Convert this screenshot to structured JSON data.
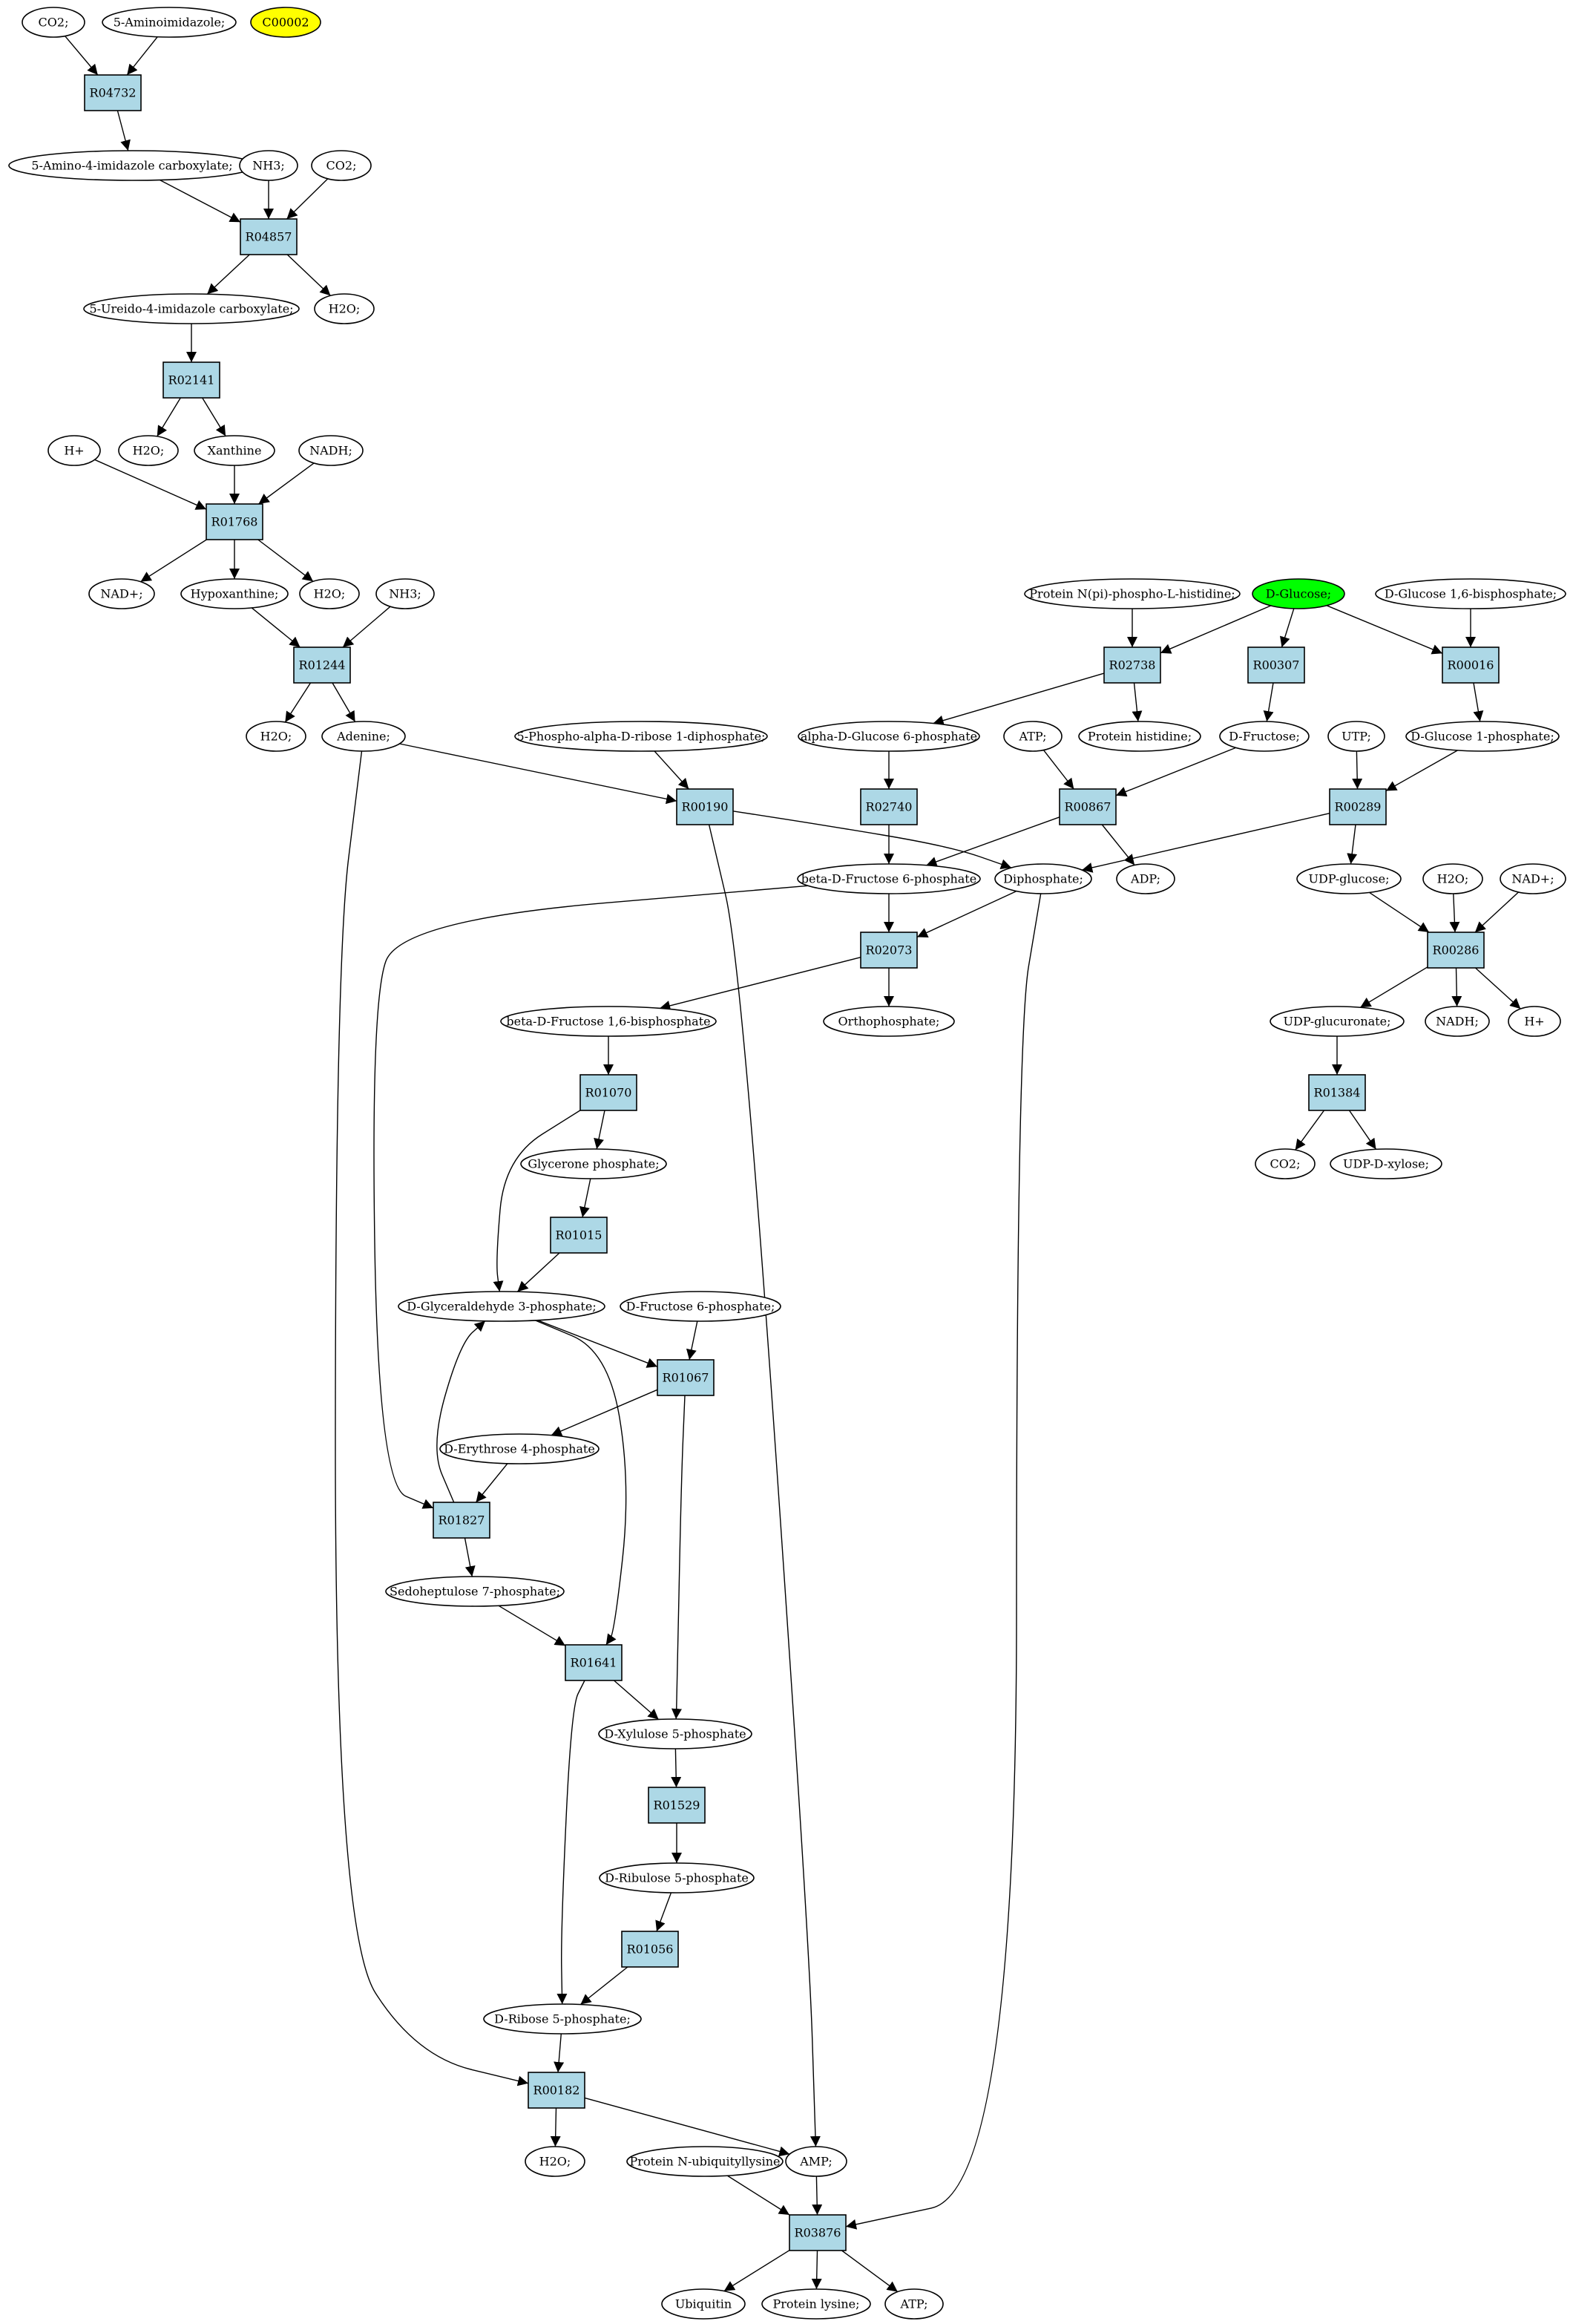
{
  "colors": {
    "reaction_fill": "#add8e6",
    "compound_fill": "#ffffff",
    "highlight_yellow": "#ffff00",
    "highlight_green": "#00ff00",
    "stroke": "#000000"
  },
  "nodes": [
    {
      "id": "n_co2_a",
      "kind": "compound",
      "label": "CO2;"
    },
    {
      "id": "n_5aminoimidazole",
      "kind": "compound",
      "label": "5-Aminoimidazole;"
    },
    {
      "id": "n_c00002",
      "kind": "compound",
      "label": "C00002",
      "fill": "#ffff00"
    },
    {
      "id": "n_R04732",
      "kind": "reaction",
      "label": "R04732"
    },
    {
      "id": "n_5amino4imid",
      "kind": "compound",
      "label": "5-Amino-4-imidazole carboxylate;"
    },
    {
      "id": "n_nh3_a",
      "kind": "compound",
      "label": "NH3;"
    },
    {
      "id": "n_co2_b",
      "kind": "compound",
      "label": "CO2;"
    },
    {
      "id": "n_R04857",
      "kind": "reaction",
      "label": "R04857"
    },
    {
      "id": "n_5ureido",
      "kind": "compound",
      "label": "5-Ureido-4-imidazole carboxylate;"
    },
    {
      "id": "n_h2o_a",
      "kind": "compound",
      "label": "H2O;"
    },
    {
      "id": "n_R02141",
      "kind": "reaction",
      "label": "R02141"
    },
    {
      "id": "n_hplus_a",
      "kind": "compound",
      "label": "H+"
    },
    {
      "id": "n_h2o_b",
      "kind": "compound",
      "label": "H2O;"
    },
    {
      "id": "n_xanthine",
      "kind": "compound",
      "label": "Xanthine"
    },
    {
      "id": "n_nadh_a",
      "kind": "compound",
      "label": "NADH;"
    },
    {
      "id": "n_R01768",
      "kind": "reaction",
      "label": "R01768"
    },
    {
      "id": "n_nadplus_a",
      "kind": "compound",
      "label": "NAD+;"
    },
    {
      "id": "n_hypoxanthine",
      "kind": "compound",
      "label": "Hypoxanthine;"
    },
    {
      "id": "n_h2o_c",
      "kind": "compound",
      "label": "H2O;"
    },
    {
      "id": "n_nh3_b",
      "kind": "compound",
      "label": "NH3;"
    },
    {
      "id": "n_R01244",
      "kind": "reaction",
      "label": "R01244"
    },
    {
      "id": "n_h2o_d",
      "kind": "compound",
      "label": "H2O;"
    },
    {
      "id": "n_adenine",
      "kind": "compound",
      "label": "Adenine;"
    },
    {
      "id": "n_protein_nphospho",
      "kind": "compound",
      "label": "Protein N(pi)-phospho-L-histidine;"
    },
    {
      "id": "n_dglucose",
      "kind": "compound",
      "label": "D-Glucose;",
      "fill": "#00ff00"
    },
    {
      "id": "n_dglucose16bp",
      "kind": "compound",
      "label": "D-Glucose 1,6-bisphosphate;"
    },
    {
      "id": "n_R02738",
      "kind": "reaction",
      "label": "R02738"
    },
    {
      "id": "n_R00307",
      "kind": "reaction",
      "label": "R00307"
    },
    {
      "id": "n_R00016",
      "kind": "reaction",
      "label": "R00016"
    },
    {
      "id": "n_5phospho_ribose",
      "kind": "compound",
      "label": "5-Phospho-alpha-D-ribose 1-diphosphate;"
    },
    {
      "id": "n_alpha_g6p",
      "kind": "compound",
      "label": "alpha-D-Glucose 6-phosphate"
    },
    {
      "id": "n_atp_a",
      "kind": "compound",
      "label": "ATP;"
    },
    {
      "id": "n_protein_histidine",
      "kind": "compound",
      "label": "Protein histidine;"
    },
    {
      "id": "n_dfructose",
      "kind": "compound",
      "label": "D-Fructose;"
    },
    {
      "id": "n_utp",
      "kind": "compound",
      "label": "UTP;"
    },
    {
      "id": "n_dglucose1p",
      "kind": "compound",
      "label": "D-Glucose 1-phosphate;"
    },
    {
      "id": "n_R00190",
      "kind": "reaction",
      "label": "R00190"
    },
    {
      "id": "n_R02740",
      "kind": "reaction",
      "label": "R02740"
    },
    {
      "id": "n_R00867",
      "kind": "reaction",
      "label": "R00867"
    },
    {
      "id": "n_R00289",
      "kind": "reaction",
      "label": "R00289"
    },
    {
      "id": "n_beta_f6p",
      "kind": "compound",
      "label": "beta-D-Fructose 6-phosphate"
    },
    {
      "id": "n_diphosphate",
      "kind": "compound",
      "label": "Diphosphate;"
    },
    {
      "id": "n_adp",
      "kind": "compound",
      "label": "ADP;"
    },
    {
      "id": "n_udpglucose",
      "kind": "compound",
      "label": "UDP-glucose;"
    },
    {
      "id": "n_h2o_e",
      "kind": "compound",
      "label": "H2O;"
    },
    {
      "id": "n_nadplus_b",
      "kind": "compound",
      "label": "NAD+;"
    },
    {
      "id": "n_R02073",
      "kind": "reaction",
      "label": "R02073"
    },
    {
      "id": "n_R00286",
      "kind": "reaction",
      "label": "R00286"
    },
    {
      "id": "n_beta_f16bp",
      "kind": "compound",
      "label": "beta-D-Fructose 1,6-bisphosphate"
    },
    {
      "id": "n_orthophosphate",
      "kind": "compound",
      "label": "Orthophosphate;"
    },
    {
      "id": "n_udpglucuronate",
      "kind": "compound",
      "label": "UDP-glucuronate;"
    },
    {
      "id": "n_nadh_b",
      "kind": "compound",
      "label": "NADH;"
    },
    {
      "id": "n_hplus_b",
      "kind": "compound",
      "label": "H+"
    },
    {
      "id": "n_R01070",
      "kind": "reaction",
      "label": "R01070"
    },
    {
      "id": "n_R01384",
      "kind": "reaction",
      "label": "R01384"
    },
    {
      "id": "n_glycerone_p",
      "kind": "compound",
      "label": "Glycerone phosphate;"
    },
    {
      "id": "n_co2_c",
      "kind": "compound",
      "label": "CO2;"
    },
    {
      "id": "n_udpxylose",
      "kind": "compound",
      "label": "UDP-D-xylose;"
    },
    {
      "id": "n_R01015",
      "kind": "reaction",
      "label": "R01015"
    },
    {
      "id": "n_dglyceraldehyde3p",
      "kind": "compound",
      "label": "D-Glyceraldehyde 3-phosphate;"
    },
    {
      "id": "n_dfructose6p",
      "kind": "compound",
      "label": "D-Fructose 6-phosphate;"
    },
    {
      "id": "n_R01067",
      "kind": "reaction",
      "label": "R01067"
    },
    {
      "id": "n_derythrose4p",
      "kind": "compound",
      "label": "D-Erythrose 4-phosphate"
    },
    {
      "id": "n_R01827",
      "kind": "reaction",
      "label": "R01827"
    },
    {
      "id": "n_sedoheptulose7p",
      "kind": "compound",
      "label": "Sedoheptulose 7-phosphate;"
    },
    {
      "id": "n_R01641",
      "kind": "reaction",
      "label": "R01641"
    },
    {
      "id": "n_dxylulose5p",
      "kind": "compound",
      "label": "D-Xylulose 5-phosphate"
    },
    {
      "id": "n_R01529",
      "kind": "reaction",
      "label": "R01529"
    },
    {
      "id": "n_dribulose5p",
      "kind": "compound",
      "label": "D-Ribulose 5-phosphate"
    },
    {
      "id": "n_R01056",
      "kind": "reaction",
      "label": "R01056"
    },
    {
      "id": "n_dribose5p",
      "kind": "compound",
      "label": "D-Ribose 5-phosphate;"
    },
    {
      "id": "n_R00182",
      "kind": "reaction",
      "label": "R00182"
    },
    {
      "id": "n_h2o_f",
      "kind": "compound",
      "label": "H2O;"
    },
    {
      "id": "n_protein_ubiq",
      "kind": "compound",
      "label": "Protein N-ubiquityllysine"
    },
    {
      "id": "n_amp",
      "kind": "compound",
      "label": "AMP;"
    },
    {
      "id": "n_R03876",
      "kind": "reaction",
      "label": "R03876"
    },
    {
      "id": "n_ubiquitin",
      "kind": "compound",
      "label": "Ubiquitin"
    },
    {
      "id": "n_protein_lysine",
      "kind": "compound",
      "label": "Protein lysine;"
    },
    {
      "id": "n_atp_b",
      "kind": "compound",
      "label": "ATP;"
    }
  ],
  "edges": [
    [
      "n_co2_a",
      "n_R04732"
    ],
    [
      "n_5aminoimidazole",
      "n_R04732"
    ],
    [
      "n_R04732",
      "n_5amino4imid"
    ],
    [
      "n_5amino4imid",
      "n_R04857"
    ],
    [
      "n_nh3_a",
      "n_R04857"
    ],
    [
      "n_co2_b",
      "n_R04857"
    ],
    [
      "n_R04857",
      "n_5ureido"
    ],
    [
      "n_R04857",
      "n_h2o_a"
    ],
    [
      "n_5ureido",
      "n_R02141"
    ],
    [
      "n_R02141",
      "n_h2o_b"
    ],
    [
      "n_R02141",
      "n_xanthine"
    ],
    [
      "n_hplus_a",
      "n_R01768"
    ],
    [
      "n_xanthine",
      "n_R01768"
    ],
    [
      "n_nadh_a",
      "n_R01768"
    ],
    [
      "n_R01768",
      "n_nadplus_a"
    ],
    [
      "n_R01768",
      "n_hypoxanthine"
    ],
    [
      "n_R01768",
      "n_h2o_c"
    ],
    [
      "n_hypoxanthine",
      "n_R01244"
    ],
    [
      "n_nh3_b",
      "n_R01244"
    ],
    [
      "n_R01244",
      "n_h2o_d"
    ],
    [
      "n_R01244",
      "n_adenine"
    ],
    [
      "n_protein_nphospho",
      "n_R02738"
    ],
    [
      "n_dglucose",
      "n_R02738"
    ],
    [
      "n_dglucose",
      "n_R00307"
    ],
    [
      "n_dglucose",
      "n_R00016"
    ],
    [
      "n_dglucose16bp",
      "n_R00016"
    ],
    [
      "n_R02738",
      "n_alpha_g6p"
    ],
    [
      "n_R02738",
      "n_protein_histidine"
    ],
    [
      "n_R00307",
      "n_dfructose"
    ],
    [
      "n_R00016",
      "n_dglucose1p"
    ],
    [
      "n_adenine",
      "n_R00190"
    ],
    [
      "n_5phospho_ribose",
      "n_R00190"
    ],
    [
      "n_alpha_g6p",
      "n_R02740"
    ],
    [
      "n_atp_a",
      "n_R00867"
    ],
    [
      "n_dfructose",
      "n_R00867"
    ],
    [
      "n_utp",
      "n_R00289"
    ],
    [
      "n_dglucose1p",
      "n_R00289"
    ],
    [
      "n_R00190",
      "n_diphosphate"
    ],
    [
      "n_R00190",
      "n_amp"
    ],
    [
      "n_R02740",
      "n_beta_f6p"
    ],
    [
      "n_R00867",
      "n_beta_f6p"
    ],
    [
      "n_R00867",
      "n_adp"
    ],
    [
      "n_R00289",
      "n_diphosphate"
    ],
    [
      "n_R00289",
      "n_udpglucose"
    ],
    [
      "n_beta_f6p",
      "n_R02073"
    ],
    [
      "n_diphosphate",
      "n_R02073"
    ],
    [
      "n_udpglucose",
      "n_R00286"
    ],
    [
      "n_h2o_e",
      "n_R00286"
    ],
    [
      "n_nadplus_b",
      "n_R00286"
    ],
    [
      "n_R02073",
      "n_beta_f16bp"
    ],
    [
      "n_R02073",
      "n_orthophosphate"
    ],
    [
      "n_R00286",
      "n_udpglucuronate"
    ],
    [
      "n_R00286",
      "n_nadh_b"
    ],
    [
      "n_R00286",
      "n_hplus_b"
    ],
    [
      "n_beta_f16bp",
      "n_R01070"
    ],
    [
      "n_udpglucuronate",
      "n_R01384"
    ],
    [
      "n_R01070",
      "n_glycerone_p"
    ],
    [
      "n_R01070",
      "n_dglyceraldehyde3p"
    ],
    [
      "n_R01384",
      "n_co2_c"
    ],
    [
      "n_R01384",
      "n_udpxylose"
    ],
    [
      "n_glycerone_p",
      "n_R01015"
    ],
    [
      "n_R01015",
      "n_dglyceraldehyde3p"
    ],
    [
      "n_dglyceraldehyde3p",
      "n_R01067"
    ],
    [
      "n_dfructose6p",
      "n_R01067"
    ],
    [
      "n_R01067",
      "n_derythrose4p"
    ],
    [
      "n_R01067",
      "n_dxylulose5p"
    ],
    [
      "n_derythrose4p",
      "n_R01827"
    ],
    [
      "n_beta_f6p",
      "n_R01827"
    ],
    [
      "n_R01827",
      "n_dglyceraldehyde3p"
    ],
    [
      "n_R01827",
      "n_sedoheptulose7p"
    ],
    [
      "n_sedoheptulose7p",
      "n_R01641"
    ],
    [
      "n_dglyceraldehyde3p",
      "n_R01641"
    ],
    [
      "n_R01641",
      "n_dxylulose5p"
    ],
    [
      "n_R01641",
      "n_dribose5p"
    ],
    [
      "n_dxylulose5p",
      "n_R01529"
    ],
    [
      "n_R01529",
      "n_dribulose5p"
    ],
    [
      "n_dribulose5p",
      "n_R01056"
    ],
    [
      "n_R01056",
      "n_dribose5p"
    ],
    [
      "n_dribose5p",
      "n_R00182"
    ],
    [
      "n_adenine",
      "n_R00182"
    ],
    [
      "n_R00182",
      "n_h2o_f"
    ],
    [
      "n_R00182",
      "n_amp"
    ],
    [
      "n_protein_ubiq",
      "n_R03876"
    ],
    [
      "n_amp",
      "n_R03876"
    ],
    [
      "n_diphosphate",
      "n_R03876"
    ],
    [
      "n_R03876",
      "n_ubiquitin"
    ],
    [
      "n_R03876",
      "n_protein_lysine"
    ],
    [
      "n_R03876",
      "n_atp_b"
    ]
  ]
}
